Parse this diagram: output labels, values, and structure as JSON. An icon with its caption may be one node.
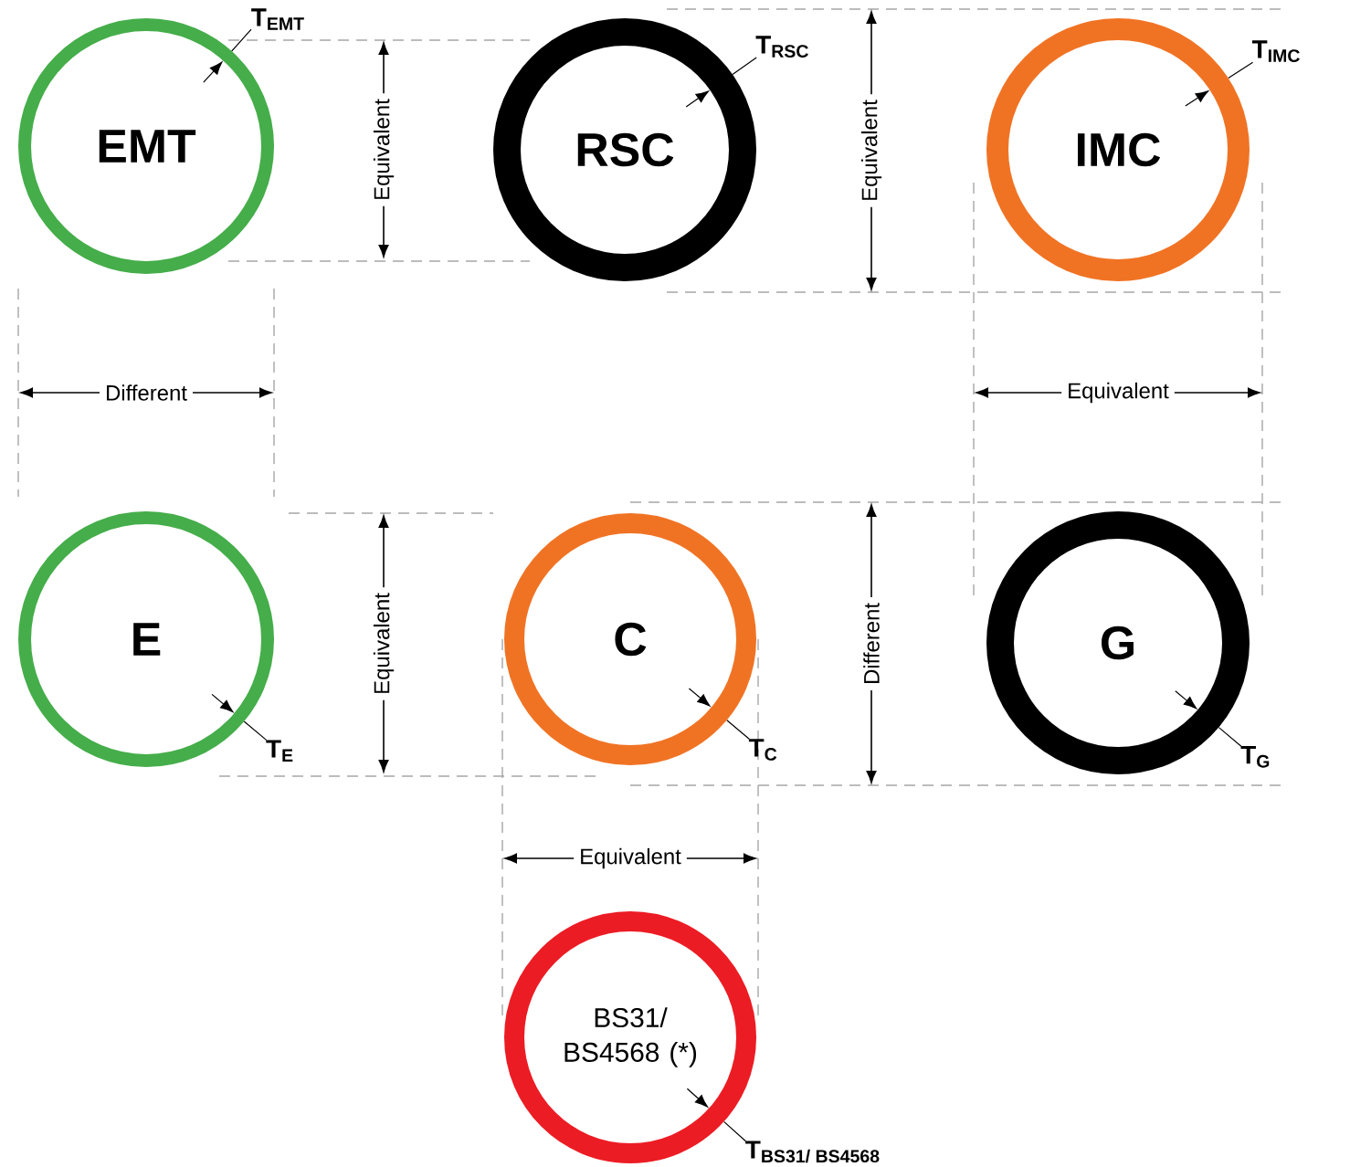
{
  "diagram": {
    "nodes": [
      {
        "text": [
          "EMT"
        ],
        "beside": [
          "\\textbf{T}_{\\textbf{EMT}}"
        ]
      },
      {
        "text": [
          "RSC"
        ],
        "beside": [
          "\\textbf{T}_{\\textbf{RSC}}"
        ]
      },
      {
        "text": [
          "IMC"
        ],
        "beside": [
          "\\textbf{T}_{\\textbf{IMC}}"
        ]
      },
      {
        "text": [
          "E"
        ],
        "beside": [
          "\\textbf{T}_{\\textbf{E}}"
        ]
      },
      {
        "text": [
          "C"
        ],
        "beside": [
          "\\textbf{T}_{\\textbf{C}}"
        ]
      },
      {
        "text": [
          "G"
        ],
        "beside": [
          "\\textbf{T}_{\\textbf{G}}"
        ]
      },
      {
        "text": [
          "BS31/ BS4568 (*)"
        ],
        "beside": [
          "\\textbf{T}_{\\textbf{BS31/ BS4568}}"
        ]
      }
    ],
    "labels": [
      "Equivalent",
      "Equivalent",
      "Different",
      "Equivalent",
      "Equivalent",
      "Different",
      "Equivalent"
    ]
  }
}
